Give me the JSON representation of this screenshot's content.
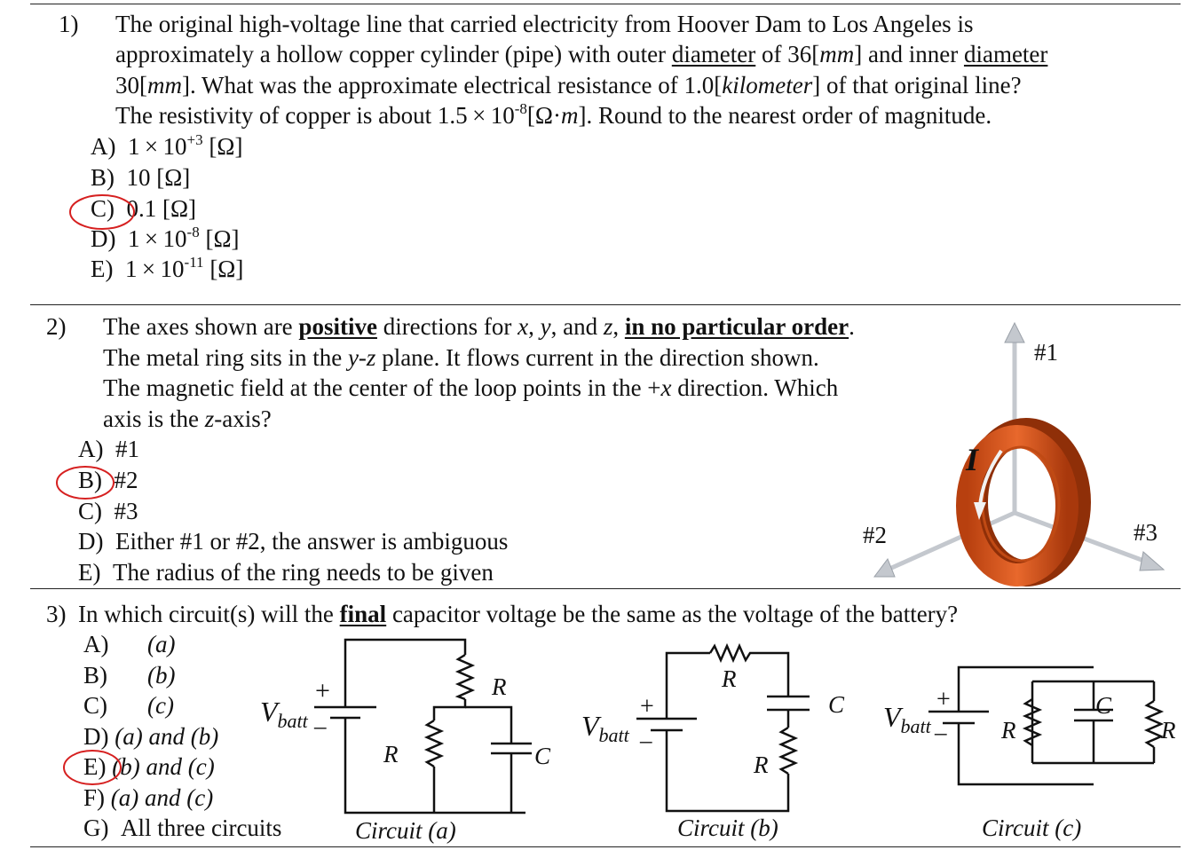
{
  "q1": {
    "number": "1)",
    "lines": [
      [
        "The original high-voltage line that carried electricity from Hoover Dam to Los Angeles is"
      ],
      [
        "approximately a hollow copper cylinder (pipe) with outer ",
        "diameter",
        " of 36[",
        "mm",
        "] and inner ",
        "diameter"
      ],
      [
        "30[",
        "mm",
        "].  What was the approximate electrical resistance of 1.0[",
        "kilometer",
        "] of that original line?"
      ],
      [
        "The resistivity of copper is about 1.5 × 10",
        "-8",
        "[Ω·",
        "m",
        "].  Round to the nearest order of magnitude."
      ]
    ],
    "options": [
      {
        "letter": "A)",
        "text": "1 × 10",
        "sup": "+3",
        "unit": " [Ω]"
      },
      {
        "letter": "B)",
        "text": "10 [Ω]",
        "sup": "",
        "unit": ""
      },
      {
        "letter": "C)",
        "text": "0.1 [Ω]",
        "sup": "",
        "unit": ""
      },
      {
        "letter": "D)",
        "text": "1 × 10",
        "sup": "-8",
        "unit": " [Ω]"
      },
      {
        "letter": "E)",
        "text": "1 × 10",
        "sup": "-11",
        "unit": " [Ω]"
      }
    ],
    "circled": "C)"
  },
  "q2": {
    "number": "2)",
    "line1": [
      "The axes shown are ",
      "positive",
      " directions for ",
      "x",
      ", ",
      "y",
      ", and ",
      "z",
      ", ",
      "in no particular order",
      "."
    ],
    "line2": [
      "The metal ring sits in the ",
      "y-z",
      " plane. It flows current in the direction shown."
    ],
    "line3": [
      "The magnetic field at the center of the loop points in the +",
      "x",
      " direction.  Which"
    ],
    "line4": [
      "axis is the ",
      "z",
      "-axis?"
    ],
    "options": [
      {
        "letter": "A)",
        "text": "#1"
      },
      {
        "letter": "B)",
        "text": "#2"
      },
      {
        "letter": "C)",
        "text": "#3"
      },
      {
        "letter": "D)",
        "text": "Either #1 or #2, the answer is ambiguous"
      },
      {
        "letter": "E)",
        "text": "The radius of the ring needs to be given"
      }
    ],
    "circled": "B)",
    "figure": {
      "axis1": "#1",
      "axis2": "#2",
      "axis3": "#3",
      "current": "I",
      "ring_color": "#d9531e",
      "arrow_color": "#c8ccd2"
    }
  },
  "q3": {
    "number": "3)",
    "stem": [
      "In which circuit(s) will the ",
      "final",
      " capacitor voltage be the same as the voltage of the battery?"
    ],
    "options": [
      {
        "letter": "A)",
        "text": "(a)"
      },
      {
        "letter": "B)",
        "text": "(b)"
      },
      {
        "letter": "C)",
        "text": "(c)"
      },
      {
        "letter": "D)",
        "text": "(a) and (b)"
      },
      {
        "letter": "E)",
        "text": "(b) and (c)"
      },
      {
        "letter": "F)",
        "text": "(a) and (c)"
      },
      {
        "letter": "G)",
        "text": "All three circuits"
      }
    ],
    "circled": "E)",
    "circuits": {
      "a": {
        "caption": "Circuit (a)",
        "v": "V",
        "vsub": "batt",
        "plus": "+",
        "minus": "–",
        "r": "R",
        "c": "C"
      },
      "b": {
        "caption": "Circuit (b)",
        "v": "V",
        "vsub": "batt",
        "plus": "+",
        "minus": "–",
        "r": "R",
        "c": "C"
      },
      "c": {
        "caption": "Circuit (c)",
        "v": "V",
        "vsub": "batt",
        "plus": "+",
        "minus": "–",
        "r": "R",
        "c": "C"
      }
    }
  },
  "colors": {
    "circle_mark": "#d62020",
    "ink": "#111111"
  }
}
